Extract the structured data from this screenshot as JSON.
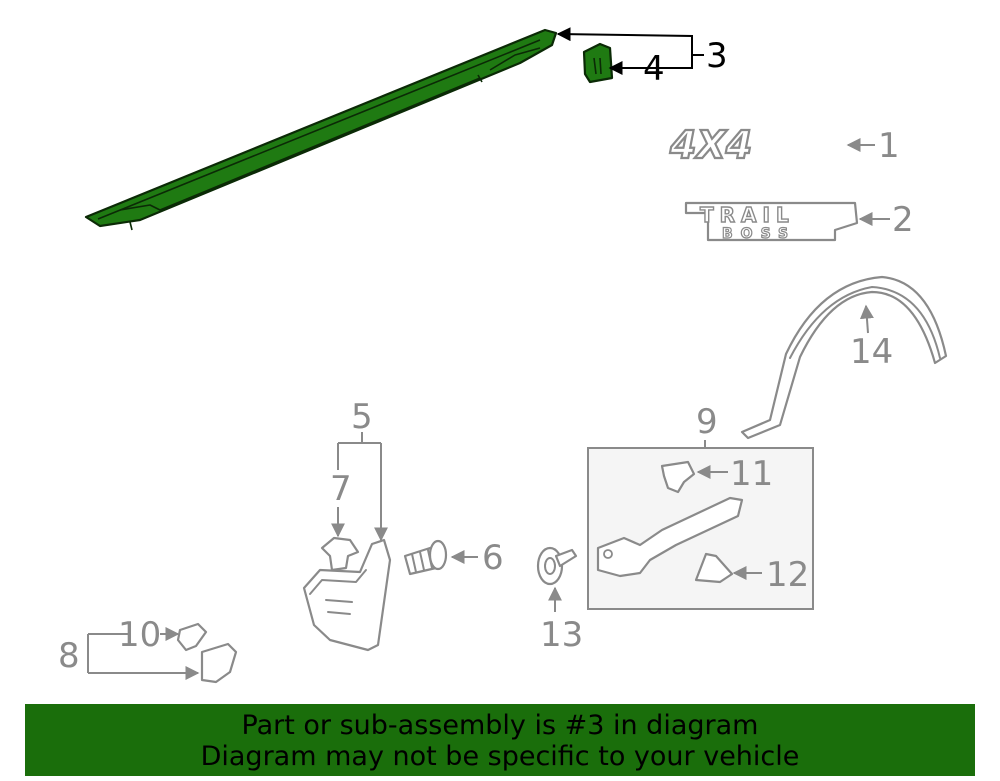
{
  "callouts": {
    "c1": "1",
    "c2": "2",
    "c3": "3",
    "c4": "4",
    "c5": "5",
    "c6": "6",
    "c7": "7",
    "c8": "8",
    "c9": "9",
    "c10": "10",
    "c11": "11",
    "c12": "12",
    "c13": "13",
    "c14": "14"
  },
  "emblems": {
    "e1": "4X4",
    "e2a": "TRAIL",
    "e2b": "BOSS"
  },
  "highlight_color": "#1f7a12",
  "banner": {
    "line1": "Part or sub-assembly is #3 in diagram",
    "line2": "Diagram may not be specific to your vehicle",
    "color": "#1a6e0b"
  }
}
